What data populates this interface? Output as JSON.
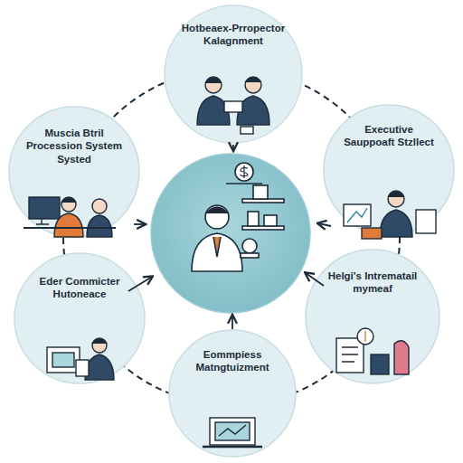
{
  "diagram": {
    "nodes": [
      {
        "text": [
          "Hotbeaex-Prropector Kalagnment"
        ]
      },
      {
        "text": [
          "Muscia Btril Procession System Systed"
        ]
      },
      {
        "text": [
          "Executive Sauppoaft Stzllect"
        ]
      },
      {
        "text": [
          "Eder Commicter Hutoneace"
        ]
      },
      {
        "text": [
          "Helgi's Intrematail mymeaf"
        ]
      },
      {
        "text": [
          "Eommpiess Matngtuizment"
        ]
      }
    ]
  }
}
